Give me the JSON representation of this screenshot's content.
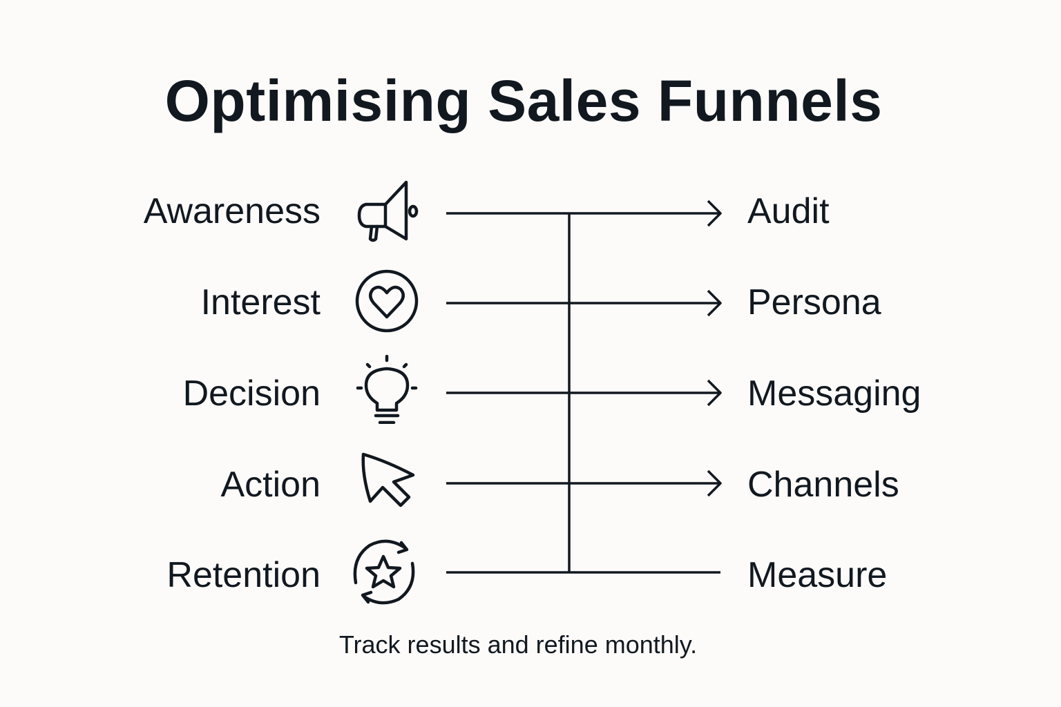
{
  "title": "Optimising Sales Funnels",
  "colors": {
    "background": "#fcfbf9",
    "ink": "#111820"
  },
  "funnel_stages": [
    {
      "label": "Awareness",
      "icon": "megaphone-icon"
    },
    {
      "label": "Interest",
      "icon": "heart-in-circle-icon"
    },
    {
      "label": "Decision",
      "icon": "lightbulb-icon"
    },
    {
      "label": "Action",
      "icon": "cursor-pointer-icon"
    },
    {
      "label": "Retention",
      "icon": "star-refresh-icon"
    }
  ],
  "optimisation_steps": [
    {
      "label": "Audit",
      "arrow": true
    },
    {
      "label": "Persona",
      "arrow": true
    },
    {
      "label": "Messaging",
      "arrow": true
    },
    {
      "label": "Channels",
      "arrow": true
    },
    {
      "label": "Measure",
      "arrow": false
    }
  ],
  "footer_note": "Track results and refine monthly."
}
